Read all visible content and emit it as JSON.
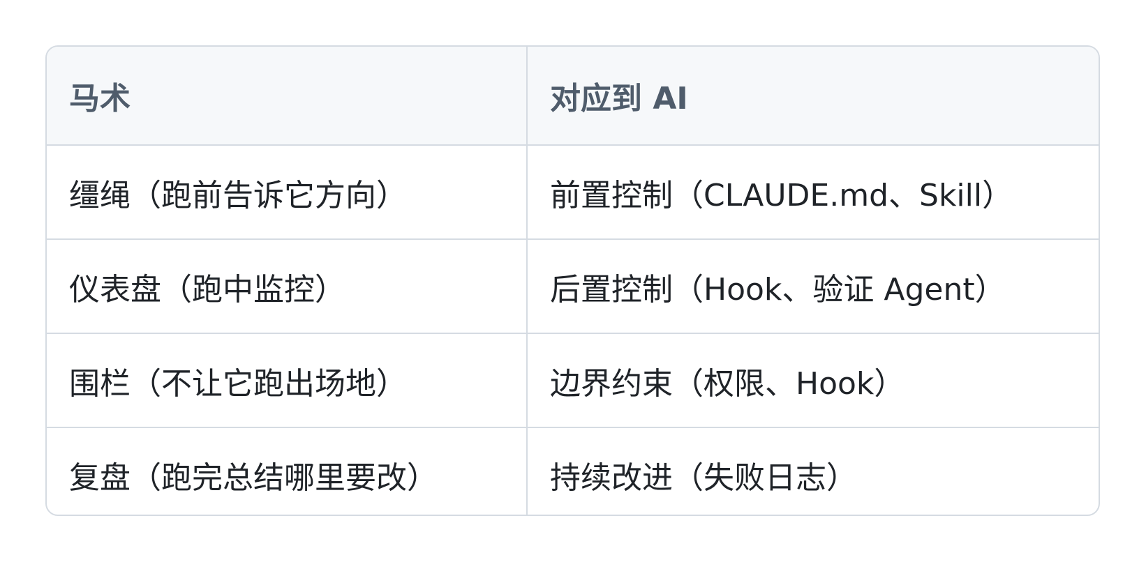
{
  "table": {
    "headers": [
      "马术",
      "对应到 AI"
    ],
    "rows": [
      [
        "缰绳（跑前告诉它方向）",
        "前置控制（CLAUDE.md、Skill）"
      ],
      [
        "仪表盘（跑中监控）",
        "后置控制（Hook、验证 Agent）"
      ],
      [
        "围栏（不让它跑出场地）",
        "边界约束（权限、Hook）"
      ],
      [
        "复盘（跑完总结哪里要改）",
        "持续改进（失败日志）"
      ]
    ]
  }
}
